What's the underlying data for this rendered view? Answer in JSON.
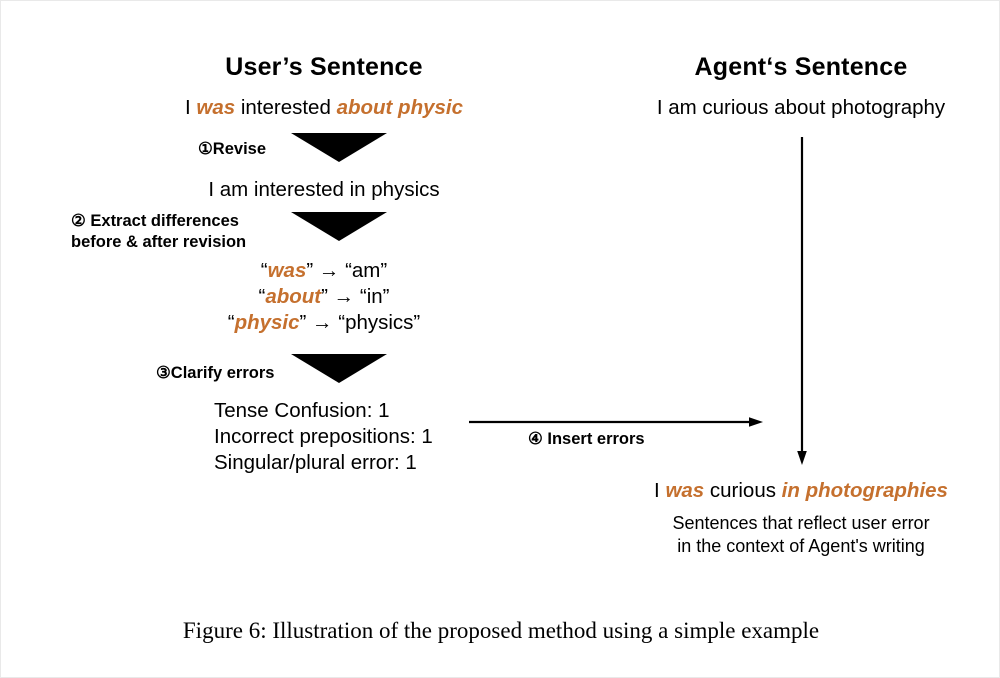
{
  "figure": {
    "caption": "Figure 6: Illustration of the proposed method using a simple example",
    "accent_color": "#C5702E",
    "line_color": "#000000",
    "background": "#ffffff"
  },
  "columns": {
    "user": {
      "title": "User’s Sentence",
      "original_sentence": {
        "prefix": "I ",
        "error_1": "was",
        "middle": " interested ",
        "error_2": "about physic"
      },
      "revised_sentence": "I am interested in physics"
    },
    "agent": {
      "title": "Agent‘s Sentence",
      "original_sentence": "I am curious about photography",
      "result_sentence": {
        "prefix": "I ",
        "error_1": "was",
        "middle": " curious ",
        "error_2": "in photographies"
      },
      "note_line_1": "Sentences that reflect user error",
      "note_line_2": "in the context of Agent's writing"
    }
  },
  "steps": [
    {
      "number": "①",
      "label": "Revise"
    },
    {
      "number": "②",
      "label_line_1": " Extract differences",
      "label_line_2": "before & after revision"
    },
    {
      "number": "③",
      "label": "Clarify errors"
    },
    {
      "number": "④",
      "label": " Insert errors"
    }
  ],
  "differences": [
    {
      "open_q": "“",
      "wrong": "was",
      "close_q": "”",
      "arrow": "→",
      "correct": "“am”"
    },
    {
      "open_q": "“",
      "wrong": "about",
      "close_q": "”",
      "arrow": "→",
      "correct": "“in”"
    },
    {
      "open_q": "“",
      "wrong": "physic",
      "close_q": "”",
      "arrow": "→",
      "correct": "“physics”"
    }
  ],
  "error_counts": [
    "Tense Confusion: 1",
    "Incorrect prepositions: 1",
    "Singular/plural error: 1"
  ]
}
